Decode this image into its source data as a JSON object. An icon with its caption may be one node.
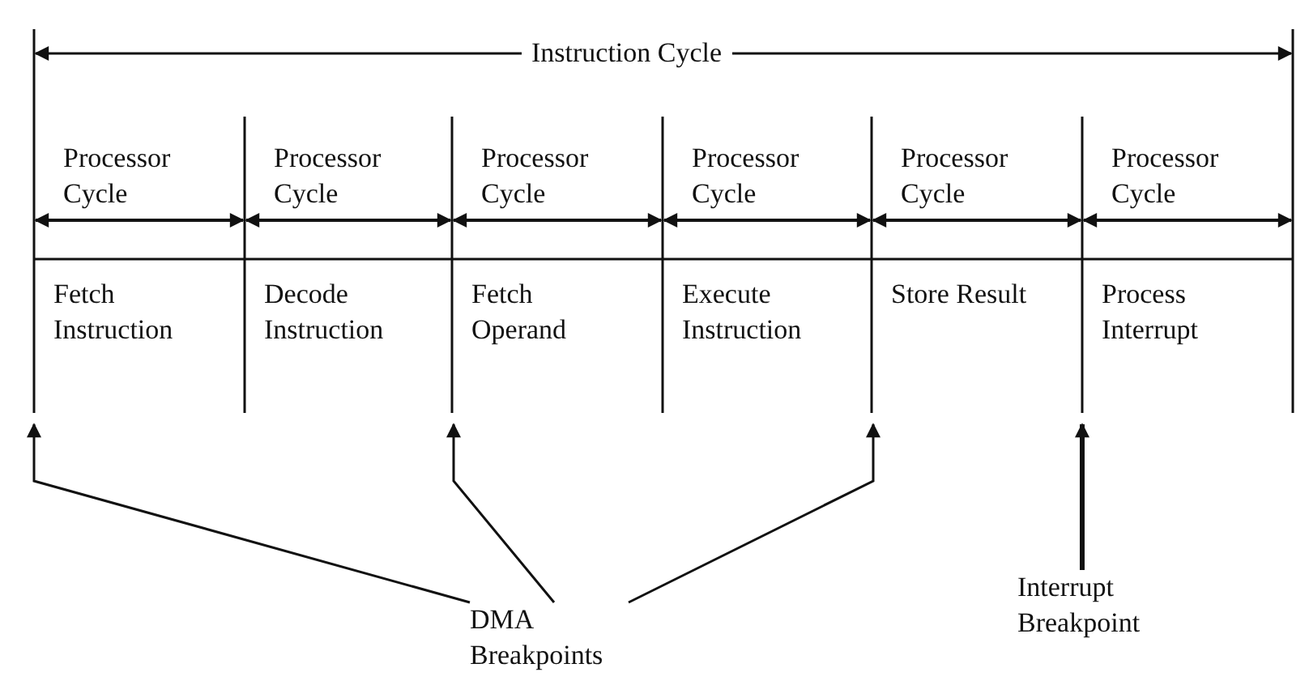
{
  "diagram": {
    "nodes": [
      {
        "text": [
          "DMA Breakpoints"
        ]
      },
      {
        "text": [
          "Interrupt Breakpoint"
        ]
      }
    ],
    "edges": [
      {
        "from": 0,
        "to": null,
        "arrow": "to"
      },
      {
        "from": 0,
        "to": null,
        "arrow": "to"
      },
      {
        "from": 0,
        "to": null,
        "arrow": "to"
      },
      {
        "from": 1,
        "to": null,
        "arrow": "to",
        "style": "thick"
      }
    ],
    "labels": [
      "Instruction Cycle",
      "Processor Cycle",
      "Processor Cycle",
      "Processor Cycle",
      "Processor Cycle",
      "Processor Cycle",
      "Processor Cycle",
      "Fetch Instruction",
      "Decode Instruction",
      "Fetch Operand",
      "Execute Instruction",
      "Store Result",
      "Process Interrupt"
    ]
  }
}
